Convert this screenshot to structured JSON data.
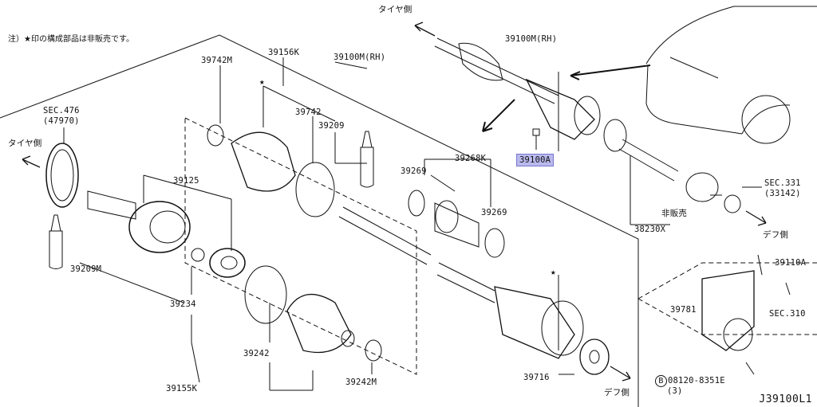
{
  "note": "注）★印の構成部品は非販売です。",
  "diagram_ref": "J39100L1",
  "directions": {
    "tire_side_top": "タイヤ側",
    "tire_side_left": "タイヤ側",
    "diff_side_right": "デフ側",
    "diff_side_bottom": "デフ側"
  },
  "not_sold": "非販売",
  "star": "★",
  "labels": {
    "p39742M": "39742M",
    "p39156K": "39156K",
    "p39100M_rh_exploded": "39100M(RH)",
    "p39100M_rh_top": "39100M(RH)",
    "sec476": "SEC.476",
    "sec476_sub": "(47970)",
    "p39742": "39742",
    "p39209_top": "39209",
    "p39268K": "39268K",
    "p39269_a": "39269",
    "p39269_b": "39269",
    "p39125": "39125",
    "p39100A": "39100A",
    "sec331": "SEC.331",
    "sec331_sub": "(33142)",
    "p38230X": "38230X",
    "p39209M": "39209M",
    "p39234": "39234",
    "p39110A": "39110A",
    "p39781": "39781",
    "sec310": "SEC.310",
    "p39242": "39242",
    "p39242M": "39242M",
    "p39716": "39716",
    "p39155K": "39155K",
    "bolt_code": "08120-8351E",
    "bolt_circle": "B",
    "bolt_qty": "(3)"
  }
}
